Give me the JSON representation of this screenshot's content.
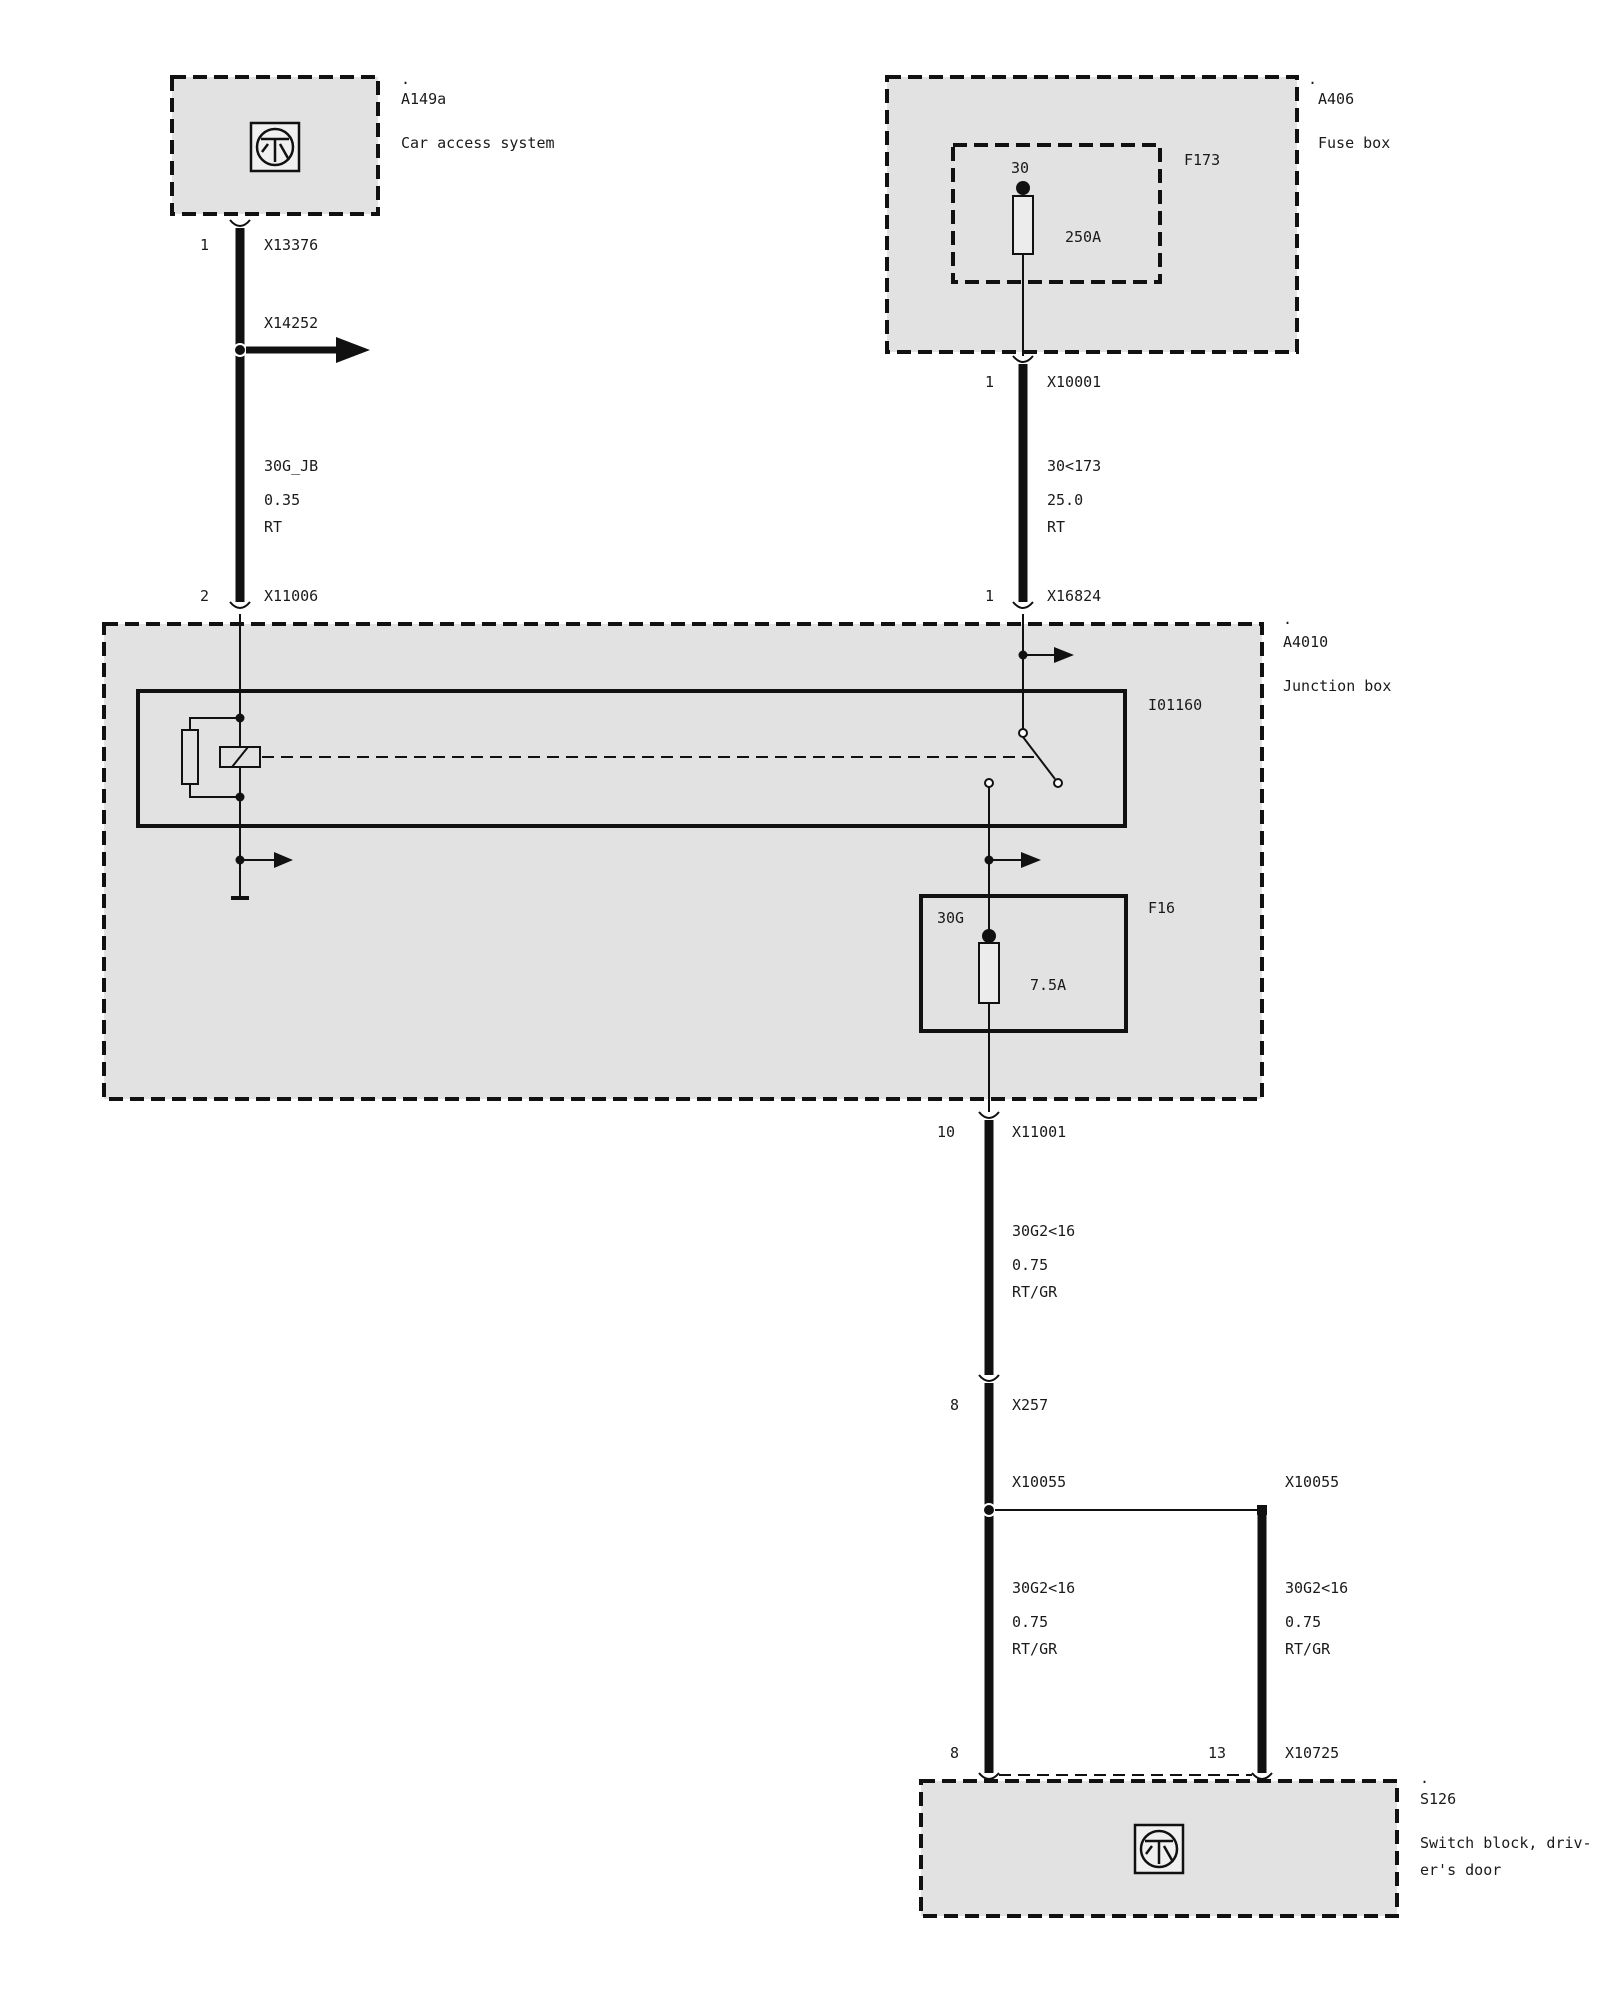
{
  "components": {
    "a149a": {
      "dot": ".",
      "id": "A149a",
      "name": "Car access system"
    },
    "a406": {
      "dot": ".",
      "id": "A406",
      "name": "Fuse box"
    },
    "a4010": {
      "dot": ".",
      "id": "A4010",
      "name": "Junction box"
    },
    "s126": {
      "dot": ".",
      "id": "S126",
      "name_line1": "Switch block, driv-",
      "name_line2": "er's door"
    }
  },
  "fuses": {
    "f173": {
      "id": "F173",
      "terminal": "30",
      "rating": "250A"
    },
    "f16": {
      "id": "F16",
      "terminal": "30G",
      "rating": "7.5A"
    }
  },
  "relay": {
    "id": "I01160"
  },
  "connectors": {
    "x13376": {
      "pin": "1",
      "id": "X13376"
    },
    "x14252": {
      "id": "X14252"
    },
    "x11006": {
      "pin": "2",
      "id": "X11006"
    },
    "x10001": {
      "pin": "1",
      "id": "X10001"
    },
    "x16824": {
      "pin": "1",
      "id": "X16824"
    },
    "x11001": {
      "pin": "10",
      "id": "X11001"
    },
    "x257": {
      "pin": "8",
      "id": "X257"
    },
    "x10055_left": {
      "id": "X10055"
    },
    "x10055_right": {
      "id": "X10055"
    },
    "x10725": {
      "pin_left": "8",
      "pin_right": "13",
      "id": "X10725"
    }
  },
  "wires": {
    "w1": {
      "signal": "30G_JB",
      "gauge": "0.35",
      "color": "RT"
    },
    "w2": {
      "signal": "30<173",
      "gauge": "25.0",
      "color": "RT"
    },
    "w3": {
      "signal": "30G2<16",
      "gauge": "0.75",
      "color": "RT/GR"
    },
    "w4": {
      "signal": "30G2<16",
      "gauge": "0.75",
      "color": "RT/GR"
    },
    "w5": {
      "signal": "30G2<16",
      "gauge": "0.75",
      "color": "RT/GR"
    }
  }
}
